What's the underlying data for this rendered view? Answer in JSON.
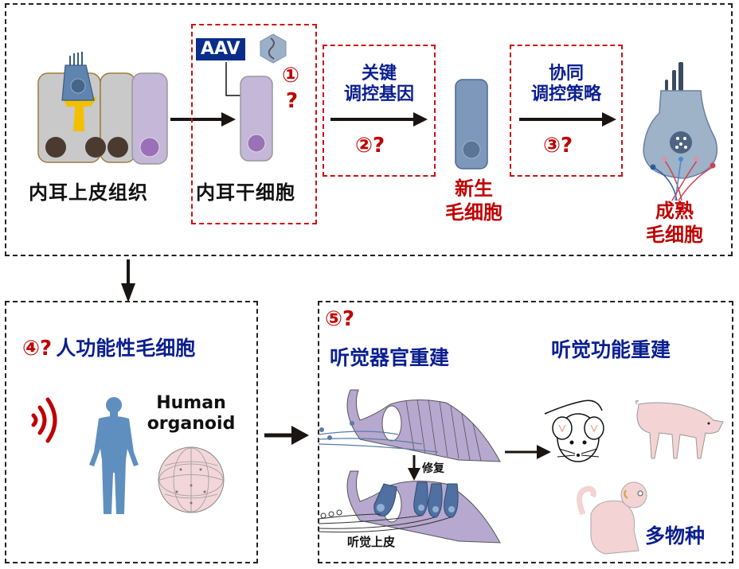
{
  "top_panel": {
    "epithelium_label": "内耳上皮组织",
    "stem_cell_label": "内耳干细胞",
    "aav_label": "AAV",
    "step1": {
      "number": "①",
      "question": "?"
    },
    "step2": {
      "line1": "关键",
      "line2": "调控基因",
      "number": "②",
      "question": "?"
    },
    "new_hair_cell": {
      "line1": "新生",
      "line2": "毛细胞"
    },
    "step3": {
      "line1": "协同",
      "line2": "调控策略",
      "number": "③",
      "question": "?"
    },
    "mature_hair_cell": {
      "line1": "成熟",
      "line2": "毛细胞"
    }
  },
  "bottom_left_panel": {
    "number": "④",
    "question": "?",
    "title": "人功能性毛细胞",
    "organoid_line1": "Human",
    "organoid_line2": "organoid"
  },
  "bottom_right_panel": {
    "number": "⑤",
    "question": "?",
    "organ_title": "听觉器官重建",
    "function_title": "听觉功能重建",
    "repair_label": "修复",
    "epithelium_label": "听觉上皮",
    "species_label": "多物种"
  },
  "colors": {
    "red_accent": "#c00000",
    "blue_text": "#0b1f8f",
    "hair_cell_blue": "#5a7aa0",
    "stem_cell_purple": "#b9a8cc",
    "organ_purple": "#b7a8cf",
    "animal_pink": "#f3d3d3"
  }
}
